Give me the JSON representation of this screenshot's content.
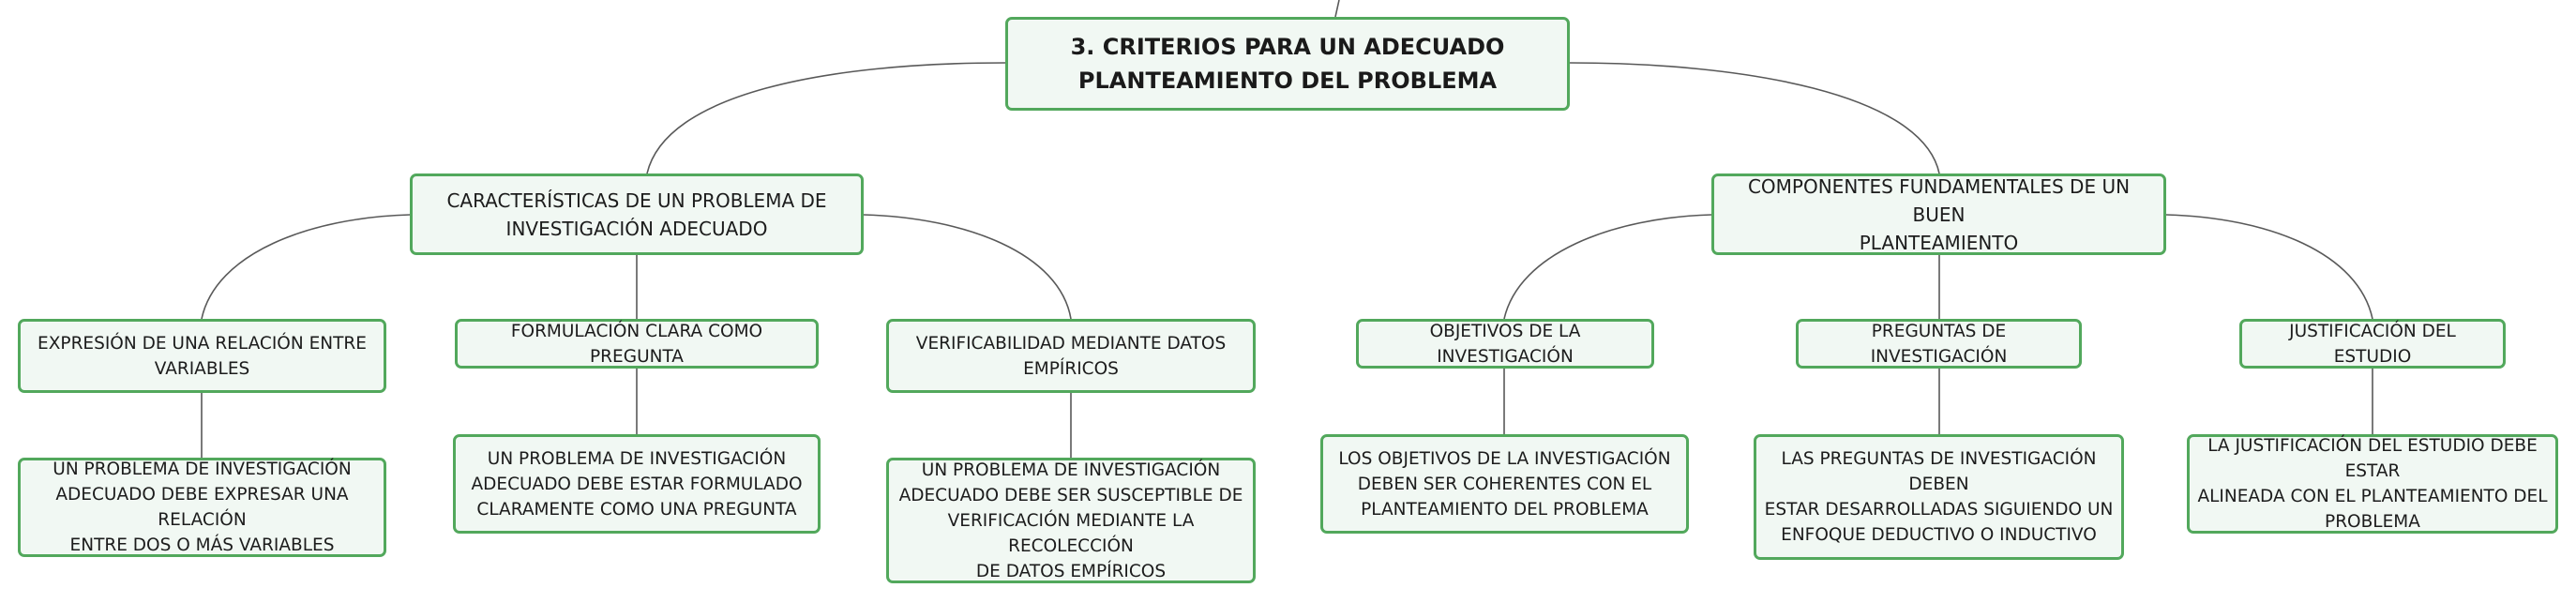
{
  "root": {
    "line1": "3. CRITERIOS PARA UN ADECUADO",
    "line2": "PLANTEAMIENTO DEL PROBLEMA"
  },
  "branches": [
    {
      "line1": "CARACTERÍSTICAS DE UN PROBLEMA DE",
      "line2": "INVESTIGACIÓN ADECUADO",
      "children": [
        {
          "title": [
            "EXPRESIÓN DE UNA RELACIÓN ENTRE",
            "VARIABLES"
          ],
          "detail": [
            "UN PROBLEMA DE INVESTIGACIÓN",
            "ADECUADO DEBE EXPRESAR UNA RELACIÓN",
            "ENTRE DOS O MÁS VARIABLES"
          ]
        },
        {
          "title": [
            "FORMULACIÓN CLARA COMO PREGUNTA"
          ],
          "detail": [
            "UN PROBLEMA DE INVESTIGACIÓN",
            "ADECUADO DEBE ESTAR FORMULADO",
            "CLARAMENTE COMO UNA PREGUNTA"
          ]
        },
        {
          "title": [
            "VERIFICABILIDAD MEDIANTE DATOS",
            "EMPÍRICOS"
          ],
          "detail": [
            "UN PROBLEMA DE INVESTIGACIÓN",
            "ADECUADO DEBE SER SUSCEPTIBLE DE",
            "VERIFICACIÓN MEDIANTE LA RECOLECCIÓN",
            "DE DATOS EMPÍRICOS"
          ]
        }
      ]
    },
    {
      "line1": "COMPONENTES FUNDAMENTALES DE UN BUEN",
      "line2": "PLANTEAMIENTO",
      "children": [
        {
          "title": [
            "OBJETIVOS DE LA INVESTIGACIÓN"
          ],
          "detail": [
            "LOS OBJETIVOS DE LA INVESTIGACIÓN",
            "DEBEN SER COHERENTES CON EL",
            "PLANTEAMIENTO DEL PROBLEMA"
          ]
        },
        {
          "title": [
            "PREGUNTAS DE INVESTIGACIÓN"
          ],
          "detail": [
            "LAS PREGUNTAS DE INVESTIGACIÓN DEBEN",
            "ESTAR DESARROLLADAS SIGUIENDO UN",
            "ENFOQUE DEDUCTIVO O INDUCTIVO"
          ]
        },
        {
          "title": [
            "JUSTIFICACIÓN DEL ESTUDIO"
          ],
          "detail": [
            "LA JUSTIFICACIÓN DEL ESTUDIO DEBE ESTAR",
            "ALINEADA CON EL PLANTEAMIENTO DEL",
            "PROBLEMA"
          ]
        }
      ]
    }
  ]
}
